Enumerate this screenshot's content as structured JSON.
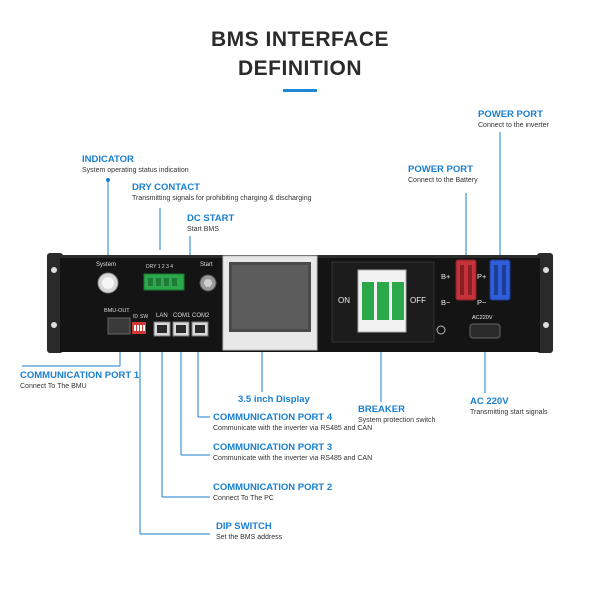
{
  "title": {
    "line1": "BMS INTERFACE",
    "line2": "DEFINITION"
  },
  "callouts": {
    "indicator": {
      "title": "INDICATOR",
      "sub": "System operating status indication"
    },
    "dry_contact": {
      "title": "DRY CONTACT",
      "sub": "Transmitting signals for prohibiting charging & discharging"
    },
    "dc_start": {
      "title": "DC START",
      "sub": "Start BMS"
    },
    "power_port_battery": {
      "title": "POWER PORT",
      "sub": "Connect to the Battery"
    },
    "power_port_inverter": {
      "title": "POWER PORT",
      "sub": "Connect to the inverter"
    },
    "comm_port_1": {
      "title": "COMMUNICATION PORT 1",
      "sub": "Connect To The BMU"
    },
    "display": {
      "title": "3.5 inch Display"
    },
    "breaker": {
      "title": "BREAKER",
      "sub": "System protection switch"
    },
    "ac220v": {
      "title": "AC 220V",
      "sub": "Transmitting start signals"
    },
    "comm_port_4": {
      "title": "COMMUNICATION PORT 4",
      "sub": "Communicate with the inverter via RS485 and CAN"
    },
    "comm_port_3": {
      "title": "COMMUNICATION PORT 3",
      "sub": "Communicate with the inverter via RS485 and CAN"
    },
    "comm_port_2": {
      "title": "COMMUNICATION PORT 2",
      "sub": "Connect To The PC"
    },
    "dip_switch": {
      "title": "DIP SWITCH",
      "sub": "Set the BMS address"
    }
  },
  "panel_labels": {
    "system": "System",
    "start": "Start",
    "bmu_out": "BMU-OUT",
    "lan": "LAN",
    "com1": "COM1",
    "com2": "COM2",
    "on": "ON",
    "off": "OFF",
    "b_plus": "B+",
    "b_minus": "B−",
    "p_plus": "P+",
    "p_minus": "P−",
    "ac220v": "AC220V",
    "dip_id": "ID",
    "dip_sw": "SW",
    "dry_labels": "DRY 1 2 3 4"
  },
  "colors": {
    "accent": "#1a7fd0",
    "title": "#2b2b2b",
    "panel": "#141414",
    "green": "#2aa84a",
    "red": "#c4323a",
    "blue": "#2f5fd8"
  }
}
